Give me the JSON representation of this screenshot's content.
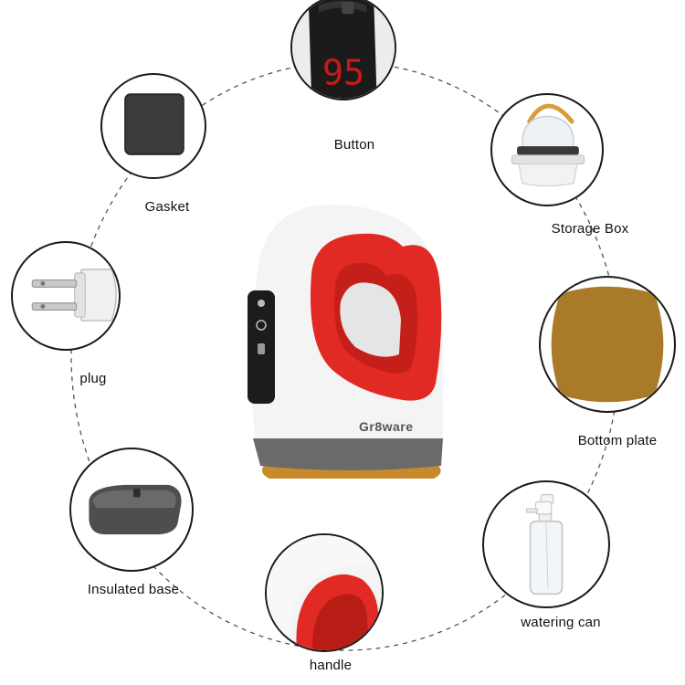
{
  "brand_logo": "Gr8ware",
  "display_reading": "95",
  "labels": {
    "button": "Button",
    "gasket": "Gasket",
    "storage_box": "Storage Box",
    "plug": "plug",
    "bottom_plate": "Bottom plate",
    "insulated_base": "Insulated base",
    "watering_can": "watering can",
    "handle": "handle"
  },
  "colors": {
    "accent_red": "#e12a23",
    "bottom_plate": "#a97b28",
    "body_white": "#f4f4f4",
    "base_gray": "#5f5f5f",
    "label_text": "#111111"
  }
}
